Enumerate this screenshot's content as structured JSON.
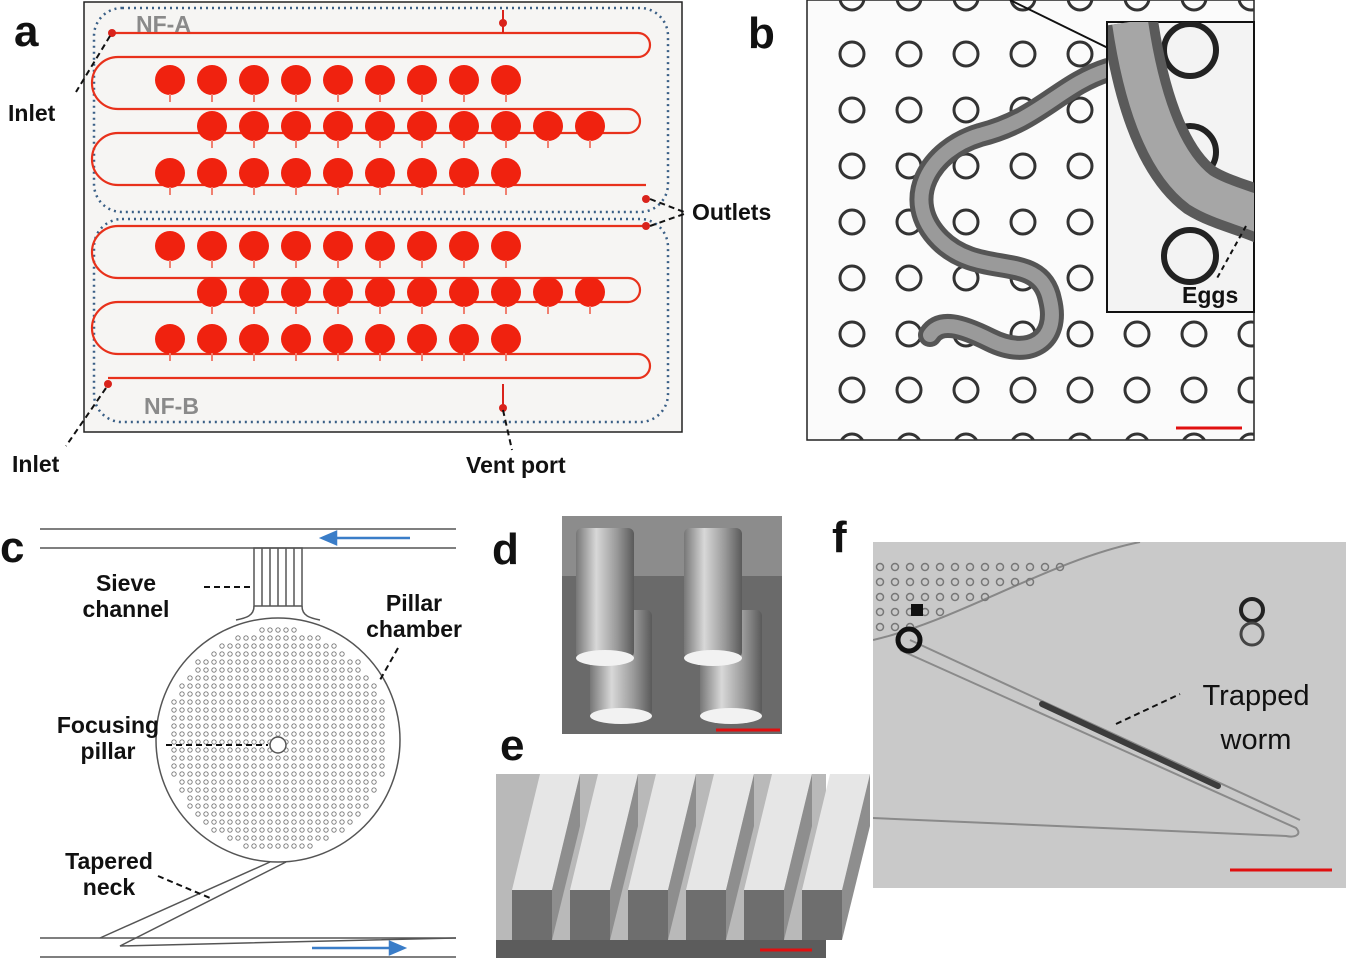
{
  "panels": {
    "a": {
      "letter": "a",
      "labels": {
        "nf_a": "NF-A",
        "nf_b": "NF-B",
        "inlet_top": "Inlet",
        "inlet_bottom": "Inlet",
        "outlets": "Outlets",
        "vent_port": "Vent port"
      },
      "colors": {
        "channel": "#e8311b",
        "dotted_outline": "#3a5f86"
      }
    },
    "b": {
      "letter": "b",
      "labels": {
        "eggs": "Eggs"
      }
    },
    "c": {
      "letter": "c",
      "labels": {
        "sieve_1": "Sieve",
        "sieve_2": "channel",
        "pillar_1": "Pillar",
        "pillar_2": "chamber",
        "focusing_1": "Focusing",
        "focusing_2": "pillar",
        "tapered_1": "Tapered",
        "tapered_2": "neck"
      },
      "colors": {
        "flow_arrow": "#3a7dc8"
      }
    },
    "d": {
      "letter": "d"
    },
    "e": {
      "letter": "e"
    },
    "f": {
      "letter": "f",
      "labels": {
        "trapped_1": "Trapped",
        "trapped_2": "worm"
      }
    },
    "scale_bar_color": "#e01010"
  }
}
